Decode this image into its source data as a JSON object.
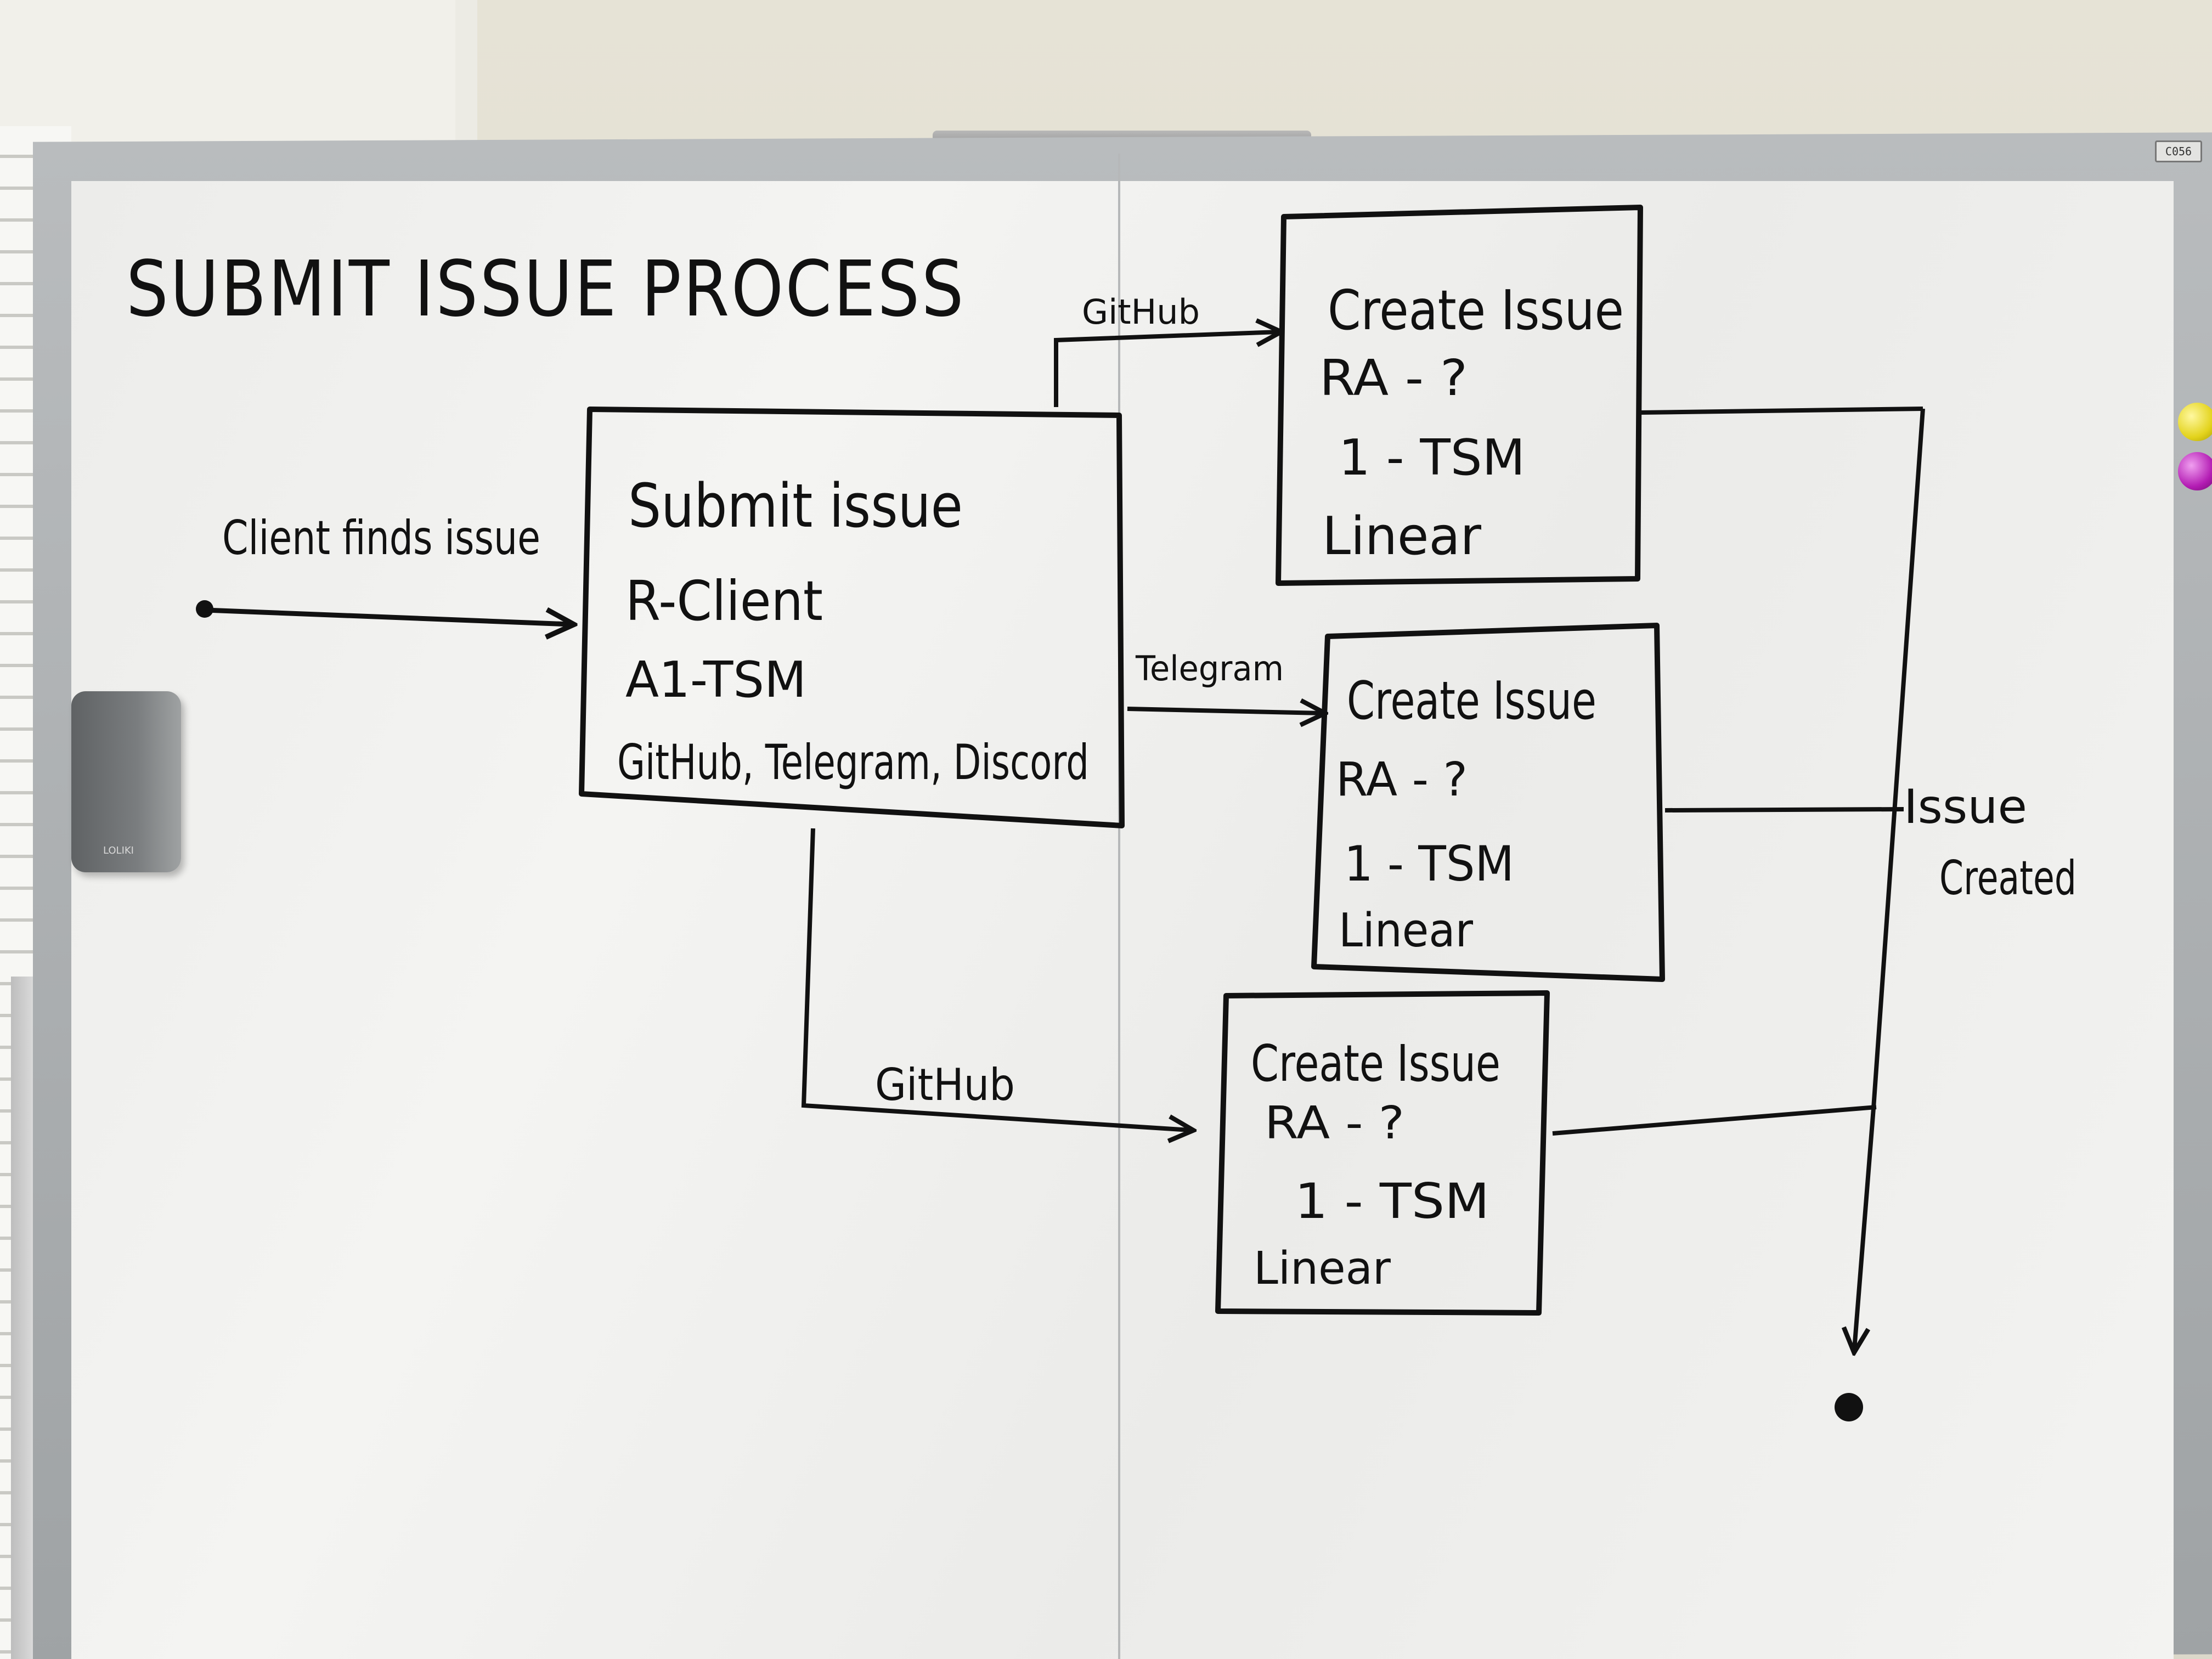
{
  "board": {
    "title": "SUBMIT ISSUE PROCESS",
    "corner_label": "C056",
    "holder_brand": "LOLIKI"
  },
  "start": {
    "label": "Client finds issue"
  },
  "submit_box": {
    "lines": [
      "Submit issue",
      "R-Client",
      "A1-TSM",
      "GitHub, Telegram, Discord"
    ]
  },
  "edges": {
    "top": "GitHub",
    "middle": "Telegram",
    "bottom": "GitHub"
  },
  "create_boxes": [
    {
      "lines": [
        "Create Issue",
        "RA - ?",
        "1 - TSM",
        "Linear"
      ]
    },
    {
      "lines": [
        "Create Issue",
        "RA - ?",
        "1 - TSM",
        "Linear"
      ]
    },
    {
      "lines": [
        "Create Issue",
        "RA - ?",
        "1 - TSM",
        "Linear"
      ]
    }
  ],
  "end": {
    "label_line1": "Issue",
    "label_line2": "Created"
  },
  "colors": {
    "ink": "#111111",
    "board": "#f1f1ef",
    "frame": "#a9acae"
  }
}
